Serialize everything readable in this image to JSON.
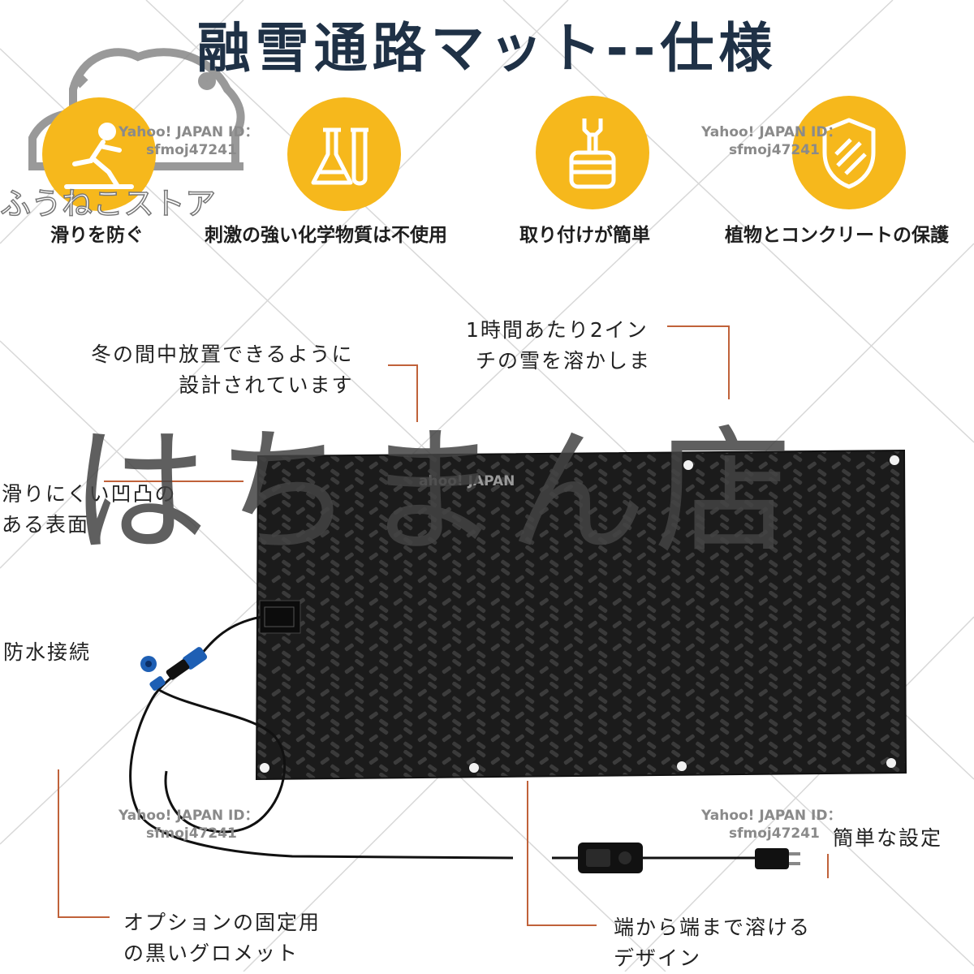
{
  "title": "融雪通路マット--仕様",
  "features": [
    {
      "label": "滑りを防ぐ",
      "icon": "slip-person-icon"
    },
    {
      "label": "刺激の強い化学物質は不使用",
      "icon": "flask-icon"
    },
    {
      "label": "取り付けが簡単",
      "icon": "wrench-fist-icon"
    },
    {
      "label": "植物とコンクリートの保護",
      "icon": "shield-icon"
    }
  ],
  "callouts": {
    "melt_rate": [
      "1時間あたり2イン",
      "チの雪を溶かしま"
    ],
    "winter": [
      "冬の間中放置できるように",
      "設計されています"
    ],
    "surface": [
      "滑りにくい凹凸の",
      "ある表面"
    ],
    "waterproof": "防水接続",
    "setup": "簡単な設定",
    "grommet": [
      "オプションの固定用",
      "の黒いグロメット"
    ],
    "edge": [
      "端から端まで溶ける",
      "デザイン"
    ]
  },
  "watermarks": {
    "yahoo_line1": "Yahoo! JAPAN ID：",
    "yahoo_line2": "sfmoj47241",
    "yahoo_partial": "ahoo! JAPAN",
    "store": "ふうねこストア",
    "shop": "はちまん店"
  },
  "colors": {
    "title": "#1f3146",
    "accent": "#f6b81c",
    "leader": "#c0623a",
    "mat": "#1b1b1b",
    "connector": "#1e5fb4"
  }
}
